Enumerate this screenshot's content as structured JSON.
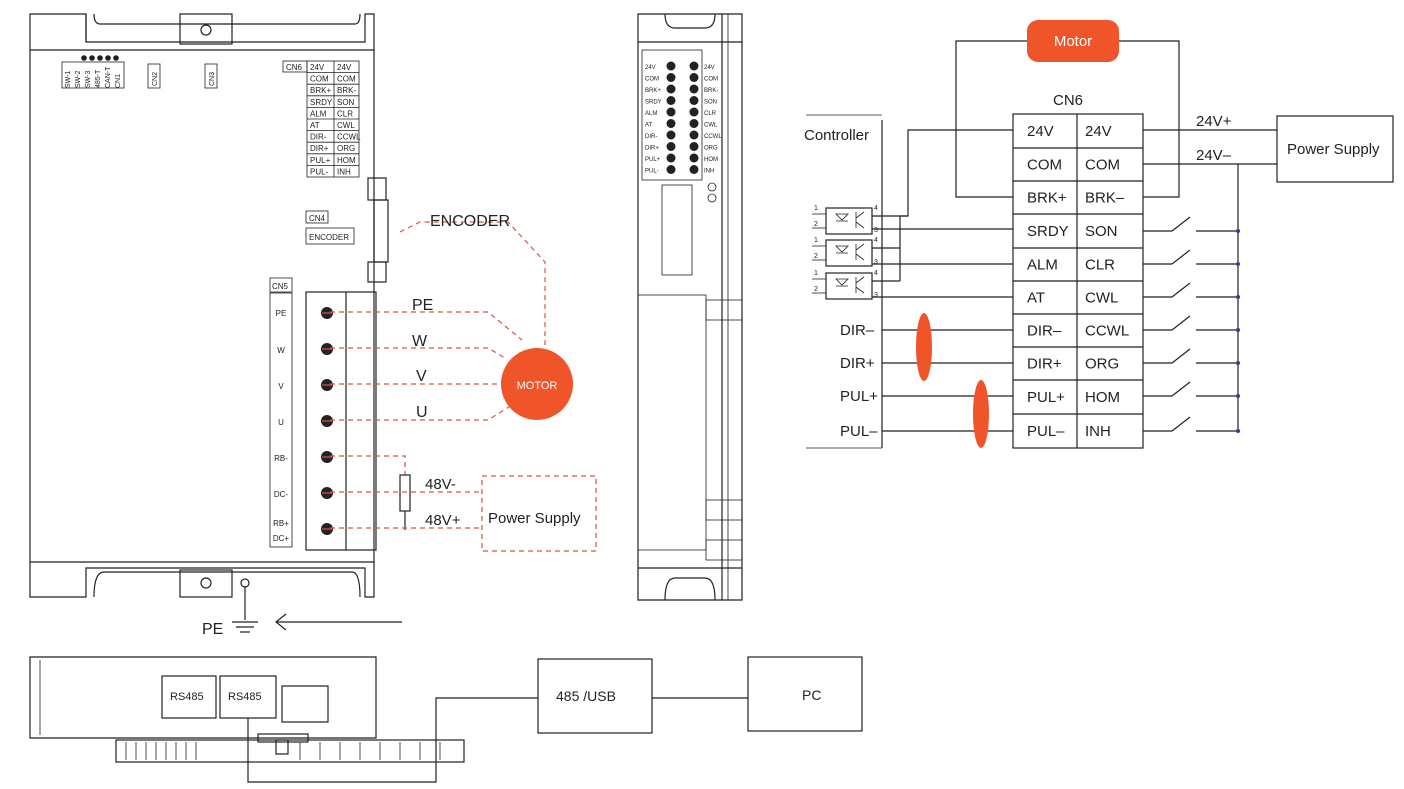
{
  "colors": {
    "accent": "#f0552a",
    "line": "#222222",
    "dashed": "#e0504a"
  },
  "front": {
    "switch_labels": [
      "SW-1",
      "SW-2",
      "SW-3",
      "485-T",
      "CAN-T",
      "CN1"
    ],
    "cn2_label": "CN2",
    "cn3_label": "CN3",
    "cn6_label": "CN6",
    "cn6_rows": [
      [
        "24V",
        "24V"
      ],
      [
        "COM",
        "COM"
      ],
      [
        "BRK+",
        "BRK-"
      ],
      [
        "SRDY",
        "SON"
      ],
      [
        "ALM",
        "CLR"
      ],
      [
        "AT",
        "CWL"
      ],
      [
        "DIR-",
        "CCWL"
      ],
      [
        "DIR+",
        "ORG"
      ],
      [
        "PUL+",
        "HOM"
      ],
      [
        "PUL-",
        "INH"
      ]
    ],
    "cn4_label": "CN4",
    "encoder_label": "ENCODER",
    "cn5_label": "CN5",
    "cn5_pins": [
      "PE",
      "W",
      "V",
      "U",
      "RB-",
      "DC-",
      "RB+",
      "DC+"
    ],
    "encoder_text": "ENCODER",
    "wire_labels": [
      "PE",
      "W",
      "V",
      "U"
    ],
    "motor_label": "MOTOR",
    "v48_minus": "48V-",
    "v48_plus": "48V+",
    "power_supply": "Power Supply",
    "pe_ground": "PE"
  },
  "side": {
    "left_labels": [
      "24V",
      "COM",
      "BRK+",
      "SRDY",
      "ALM",
      "AT",
      "DIR-",
      "DIR+",
      "PUL+",
      "PUL-"
    ],
    "right_labels": [
      "24V",
      "COM",
      "BRK-",
      "SON",
      "CLR",
      "CWL",
      "CCWL",
      "ORG",
      "HOM",
      "INH"
    ]
  },
  "bottom": {
    "rs485_a": "RS485",
    "rs485_b": "RS485",
    "converter": "485 /USB",
    "pc": "PC"
  },
  "wiring": {
    "motor": "Motor",
    "cn6": "CN6",
    "controller": "Controller",
    "left_col": [
      "24V",
      "COM",
      "BRK+",
      "SRDY",
      "ALM",
      "AT",
      "DIR–",
      "DIR+",
      "PUL+",
      "PUL–"
    ],
    "right_col": [
      "24V",
      "COM",
      "BRK–",
      "SON",
      "CLR",
      "CWL",
      "CCWL",
      "ORG",
      "HOM",
      "INH"
    ],
    "v24_plus": "24V+",
    "v24_minus": "24V–",
    "power_supply": "Power Supply",
    "signals": [
      "DIR–",
      "DIR+",
      "PUL+",
      "PUL–"
    ],
    "opto_pins": [
      "1",
      "2",
      "4",
      "3"
    ]
  }
}
